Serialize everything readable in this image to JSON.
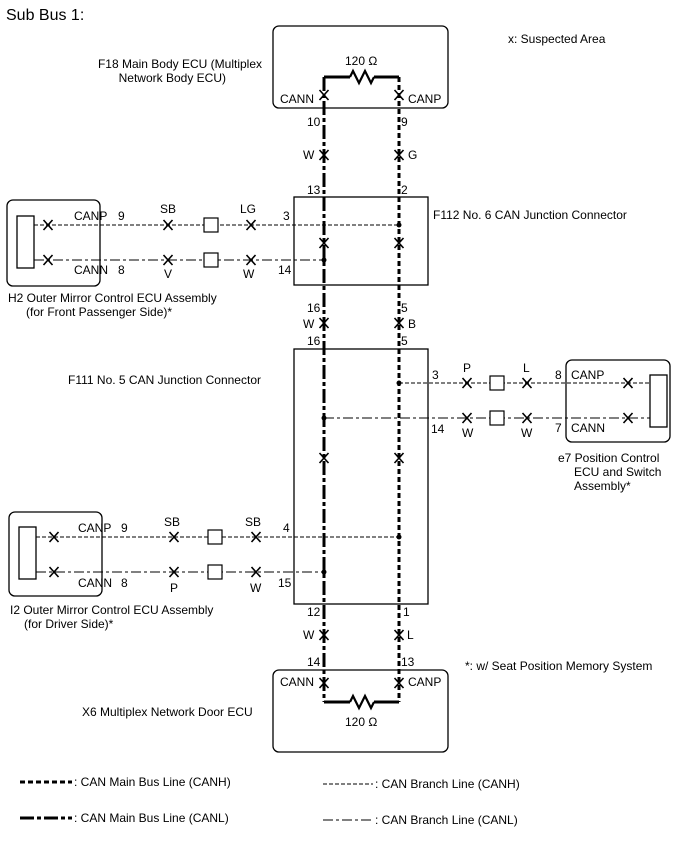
{
  "title": "Sub Bus 1:",
  "suspected_area": "x: Suspected Area",
  "footnote": "*: w/ Seat Position Memory System",
  "resistor_value": "120 Ω",
  "ecus": {
    "f18": {
      "line1": "F18 Main Body ECU (Multiplex",
      "line2": "Network Body ECU)",
      "left_term": "CANN",
      "right_term": "CANP"
    },
    "x6": {
      "label": "X6 Multiplex Network Door ECU",
      "left_term": "CANN",
      "right_term": "CANP"
    },
    "h2": {
      "line1": "H2 Outer Mirror Control ECU Assembly",
      "line2": "(for Front Passenger Side)*",
      "canp": "CANP",
      "cann": "CANN",
      "pin_p": "9",
      "pin_n": "8"
    },
    "i2": {
      "line1": "I2 Outer Mirror Control ECU Assembly",
      "line2": "(for Driver Side)*",
      "canp": "CANP",
      "cann": "CANN",
      "pin_p": "9",
      "pin_n": "8"
    },
    "e7": {
      "line1": "e7  Position Control",
      "line2": "ECU and Switch",
      "line3": "Assembly*",
      "canp": "CANP",
      "cann": "CANN",
      "pin_p": "8",
      "pin_n": "7"
    }
  },
  "connectors": {
    "f112": "F112  No. 6 CAN Junction Connector",
    "f111": "F111  No. 5 CAN Junction Connector"
  },
  "wires": {
    "top_left_pin": "10",
    "top_right_pin": "9",
    "top_left_color": "W",
    "top_right_color": "G",
    "f112_left_top": "13",
    "f112_right_top": "2",
    "f112_h2_p_pin": "3",
    "f112_h2_n_pin": "14",
    "h2_p_c1": "SB",
    "h2_p_c2": "LG",
    "h2_n_c1": "V",
    "h2_n_c2": "W",
    "f112_left_bot": "16",
    "f112_right_bot": "5",
    "mid_left_color": "W",
    "mid_right_color": "B",
    "f111_left_top": "16",
    "f111_right_top": "5",
    "f111_e7_p_pin": "3",
    "f111_e7_n_pin": "14",
    "e7_p_c1": "P",
    "e7_p_c2": "L",
    "e7_n_c1": "W",
    "e7_n_c2": "W",
    "f111_i2_p_pin": "4",
    "f111_i2_n_pin": "15",
    "i2_p_c1": "SB",
    "i2_p_c2": "SB",
    "i2_n_c1": "P",
    "i2_n_c2": "W",
    "f111_left_bot": "12",
    "f111_right_bot": "1",
    "bot_left_color": "W",
    "bot_right_color": "L",
    "x6_left_pin": "14",
    "x6_right_pin": "13"
  },
  "legend": {
    "main_canh": ": CAN Main Bus Line (CANH)",
    "main_canl": ": CAN Main Bus Line (CANL)",
    "branch_canh": ": CAN Branch Line (CANH)",
    "branch_canl": ": CAN Branch Line (CANL)"
  }
}
